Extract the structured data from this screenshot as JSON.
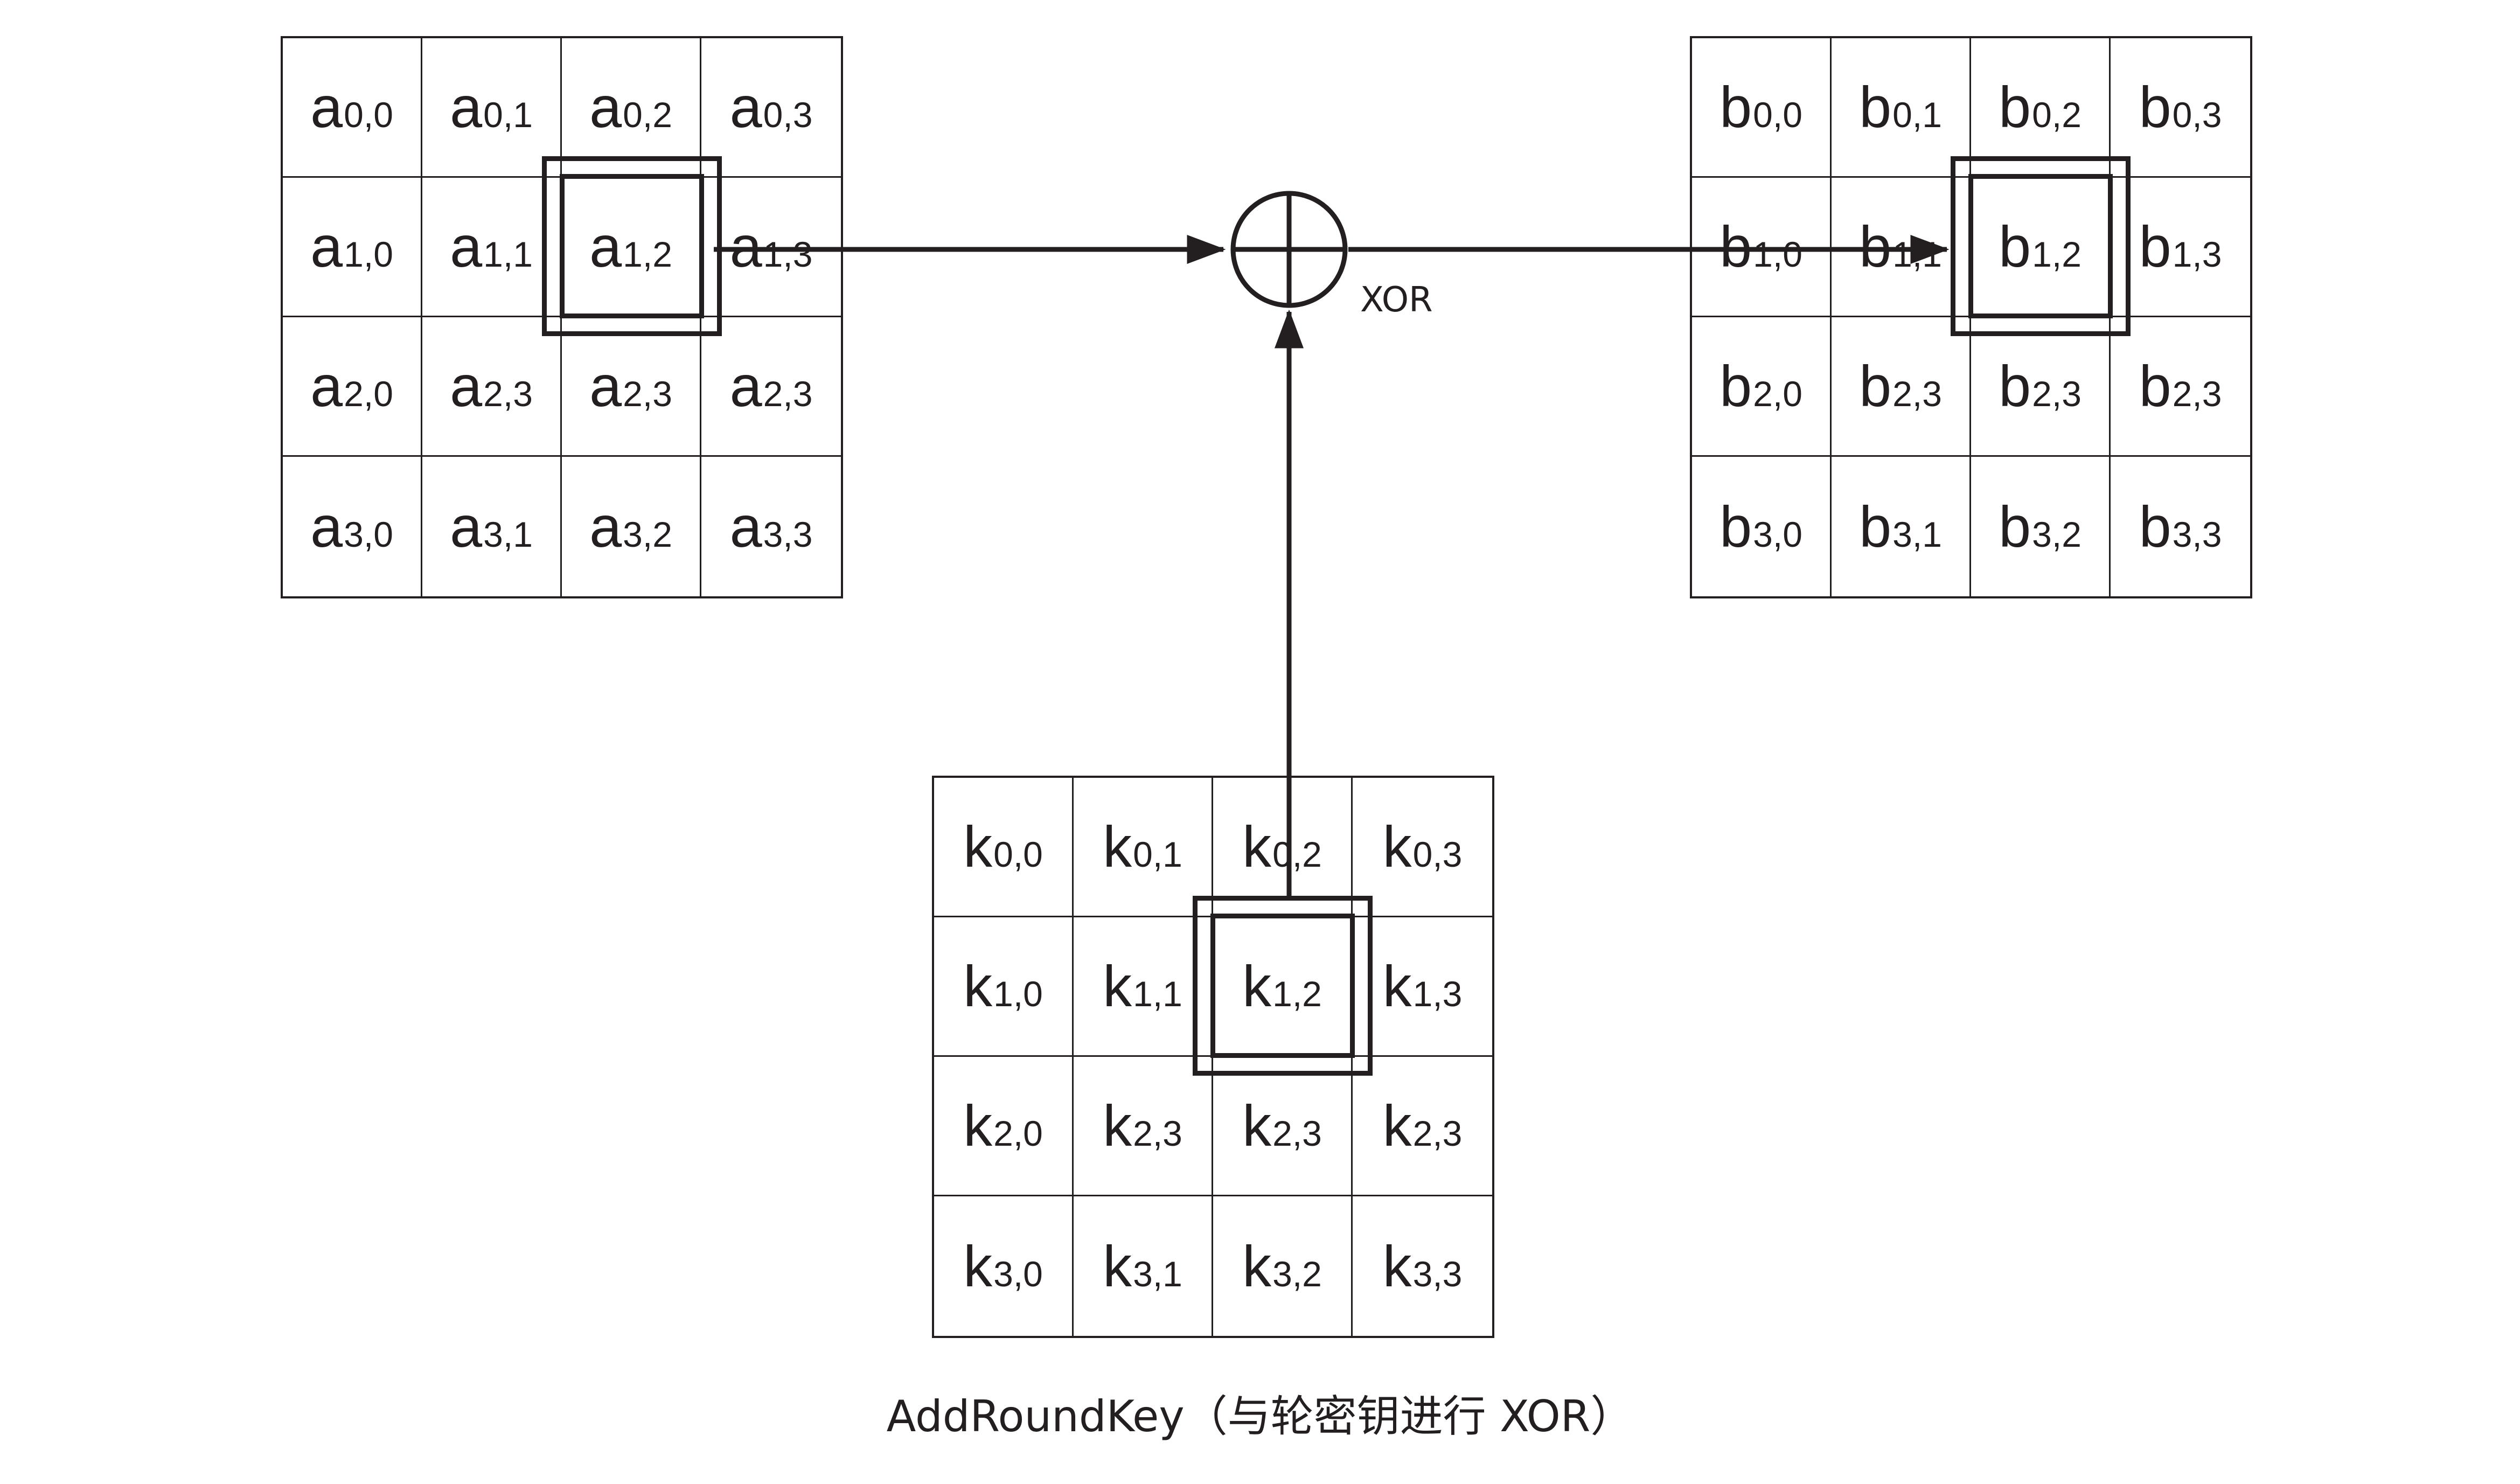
{
  "diagram": {
    "xor_label": "XOR",
    "caption": "AddRoundKey（与轮密钥进行 XOR）",
    "matrices": {
      "a": {
        "rows": [
          [
            {
              "v": "a",
              "s": "0,0"
            },
            {
              "v": "a",
              "s": "0,1"
            },
            {
              "v": "a",
              "s": "0,2"
            },
            {
              "v": "a",
              "s": "0,3"
            }
          ],
          [
            {
              "v": "a",
              "s": "1,0"
            },
            {
              "v": "a",
              "s": "1,1"
            },
            {
              "v": "a",
              "s": "1,2"
            },
            {
              "v": "a",
              "s": "1,3"
            }
          ],
          [
            {
              "v": "a",
              "s": "2,0"
            },
            {
              "v": "a",
              "s": "2,3"
            },
            {
              "v": "a",
              "s": "2,3"
            },
            {
              "v": "a",
              "s": "2,3"
            }
          ],
          [
            {
              "v": "a",
              "s": "3,0"
            },
            {
              "v": "a",
              "s": "3,1"
            },
            {
              "v": "a",
              "s": "3,2"
            },
            {
              "v": "a",
              "s": "3,3"
            }
          ]
        ],
        "highlight": "1,2"
      },
      "b": {
        "rows": [
          [
            {
              "v": "b",
              "s": "0,0"
            },
            {
              "v": "b",
              "s": "0,1"
            },
            {
              "v": "b",
              "s": "0,2"
            },
            {
              "v": "b",
              "s": "0,3"
            }
          ],
          [
            {
              "v": "b",
              "s": "1,0"
            },
            {
              "v": "b",
              "s": "1,1"
            },
            {
              "v": "b",
              "s": "1,2"
            },
            {
              "v": "b",
              "s": "1,3"
            }
          ],
          [
            {
              "v": "b",
              "s": "2,0"
            },
            {
              "v": "b",
              "s": "2,3"
            },
            {
              "v": "b",
              "s": "2,3"
            },
            {
              "v": "b",
              "s": "2,3"
            }
          ],
          [
            {
              "v": "b",
              "s": "3,0"
            },
            {
              "v": "b",
              "s": "3,1"
            },
            {
              "v": "b",
              "s": "3,2"
            },
            {
              "v": "b",
              "s": "3,3"
            }
          ]
        ],
        "highlight": "1,2"
      },
      "k": {
        "rows": [
          [
            {
              "v": "k",
              "s": "0,0"
            },
            {
              "v": "k",
              "s": "0,1"
            },
            {
              "v": "k",
              "s": "0,2"
            },
            {
              "v": "k",
              "s": "0,3"
            }
          ],
          [
            {
              "v": "k",
              "s": "1,0"
            },
            {
              "v": "k",
              "s": "1,1"
            },
            {
              "v": "k",
              "s": "1,2"
            },
            {
              "v": "k",
              "s": "1,3"
            }
          ],
          [
            {
              "v": "k",
              "s": "2,0"
            },
            {
              "v": "k",
              "s": "2,3"
            },
            {
              "v": "k",
              "s": "2,3"
            },
            {
              "v": "k",
              "s": "2,3"
            }
          ],
          [
            {
              "v": "k",
              "s": "3,0"
            },
            {
              "v": "k",
              "s": "3,1"
            },
            {
              "v": "k",
              "s": "3,2"
            },
            {
              "v": "k",
              "s": "3,3"
            }
          ]
        ],
        "highlight": "1,2"
      }
    },
    "colors": {
      "ink": "#231f20",
      "background": "#ffffff"
    }
  }
}
